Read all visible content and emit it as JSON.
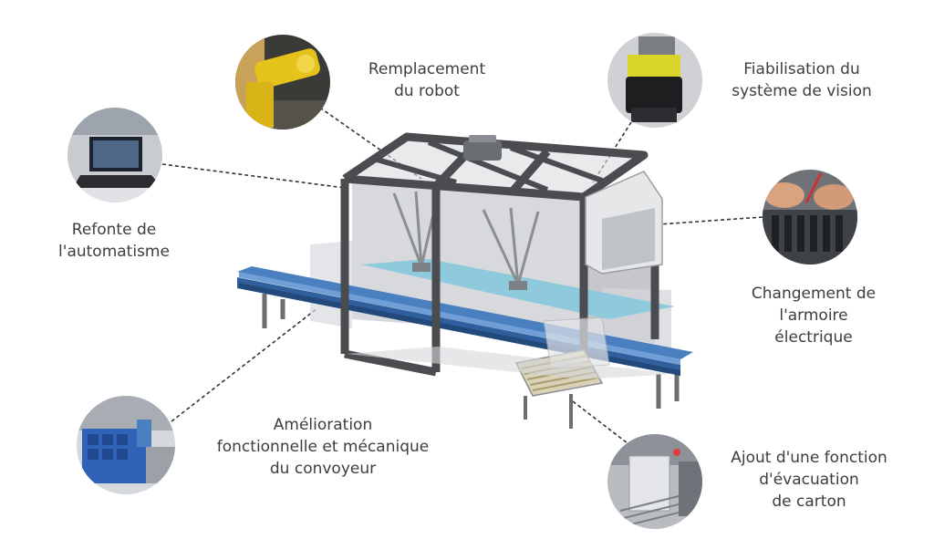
{
  "callouts": {
    "robot": {
      "lines": [
        "Remplacement",
        "du robot"
      ]
    },
    "vision": {
      "lines": [
        "Fiabilisation du",
        "système de vision"
      ]
    },
    "automation": {
      "lines": [
        "Refonte de",
        "l'automatisme"
      ]
    },
    "cabinet": {
      "lines": [
        "Changement de",
        "l'armoire",
        "électrique"
      ]
    },
    "conveyor": {
      "lines": [
        "Amélioration",
        "fonctionnelle et mécanique",
        "du convoyeur"
      ]
    },
    "carton": {
      "lines": [
        "Ajout d'une fonction",
        "d'évacuation",
        "de carton"
      ]
    }
  },
  "colors": {
    "frame": "#4a4c50",
    "belt": "#4a7fc0",
    "pad": "#8ec9dc",
    "label": "#3d3d3d"
  }
}
